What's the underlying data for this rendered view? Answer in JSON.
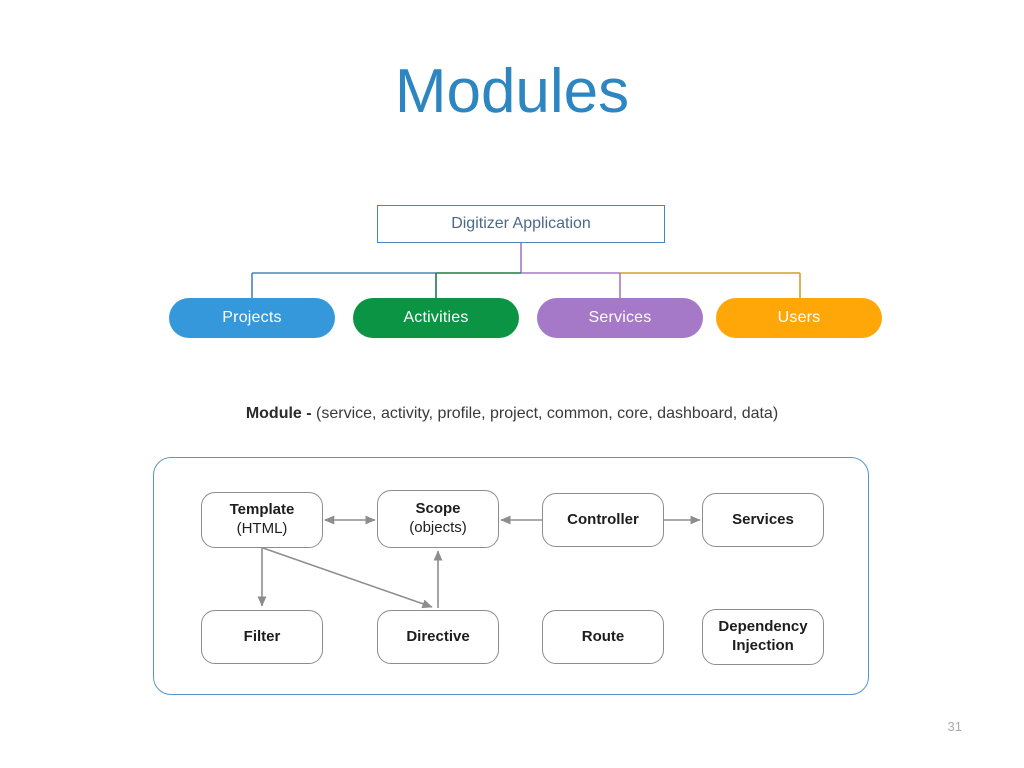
{
  "slide": {
    "title": "Modules",
    "page_number": "31",
    "title_color": "#2e86c1"
  },
  "org_chart": {
    "root": {
      "label": "Digitizer Application",
      "border_color": "#4a86b8",
      "text_color": "#4b6a8a"
    },
    "children": [
      {
        "label": "Projects",
        "color": "#3498db",
        "connector_color": "#4a86b8"
      },
      {
        "label": "Activities",
        "color": "#0b9444",
        "connector_color": "#1f7a46"
      },
      {
        "label": "Services",
        "color": "#a678c8",
        "connector_color": "#a678c8"
      },
      {
        "label": "Users",
        "color": "#ffa709",
        "connector_color": "#d4a029"
      }
    ]
  },
  "module_caption": {
    "bold": "Module -",
    "rest": " (service, activity, profile, project, common, core, dashboard, data)"
  },
  "module_diagram": {
    "panel_border_color": "#5a94c8",
    "nodes": [
      {
        "id": "template",
        "line1": "Template",
        "line2": "(HTML)"
      },
      {
        "id": "scope",
        "line1": "Scope",
        "line2": "(objects)"
      },
      {
        "id": "controller",
        "line1": "Controller",
        "line2": ""
      },
      {
        "id": "services",
        "line1": "Services",
        "line2": ""
      },
      {
        "id": "filter",
        "line1": "Filter",
        "line2": ""
      },
      {
        "id": "directive",
        "line1": "Directive",
        "line2": ""
      },
      {
        "id": "route",
        "line1": "Route",
        "line2": ""
      },
      {
        "id": "depinj",
        "line1": "Dependency",
        "line2": "Injection"
      }
    ],
    "connections": [
      {
        "from": "template",
        "to": "scope",
        "type": "double"
      },
      {
        "from": "controller",
        "to": "scope",
        "type": "single"
      },
      {
        "from": "controller",
        "to": "services",
        "type": "single"
      },
      {
        "from": "template",
        "to": "filter",
        "type": "single"
      },
      {
        "from": "template",
        "to": "directive",
        "type": "single"
      },
      {
        "from": "directive",
        "to": "scope",
        "type": "single"
      }
    ],
    "arrow_color": "#8d8d8d"
  }
}
